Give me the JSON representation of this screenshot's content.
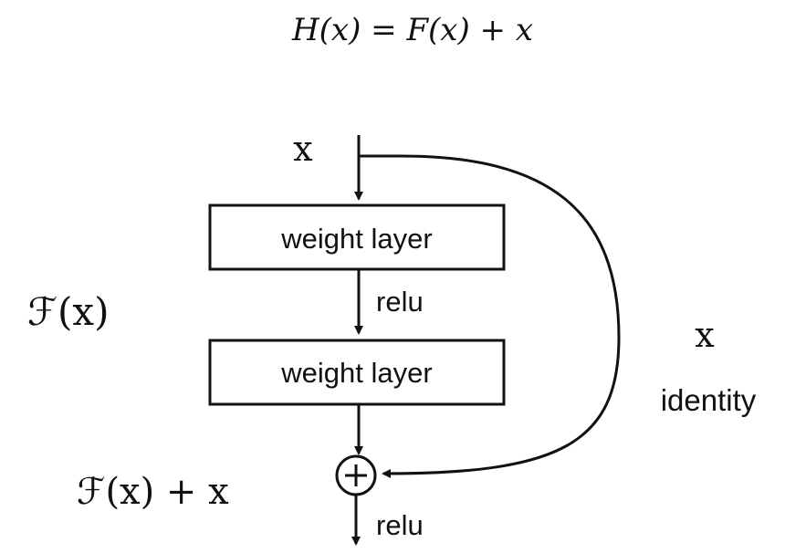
{
  "formula": "H(x) = F(x) + x",
  "labels": {
    "input": "x",
    "weight_layer_1": "weight layer",
    "weight_layer_2": "weight layer",
    "relu_1": "relu",
    "relu_2": "relu",
    "residual_function": "ℱ(x)",
    "sum_label": "ℱ(x) + x",
    "identity_x": "x",
    "identity": "identity"
  },
  "colors": {
    "stroke": "#111111",
    "background": "#ffffff"
  },
  "icons": {
    "add_node": "circled-plus-icon"
  }
}
